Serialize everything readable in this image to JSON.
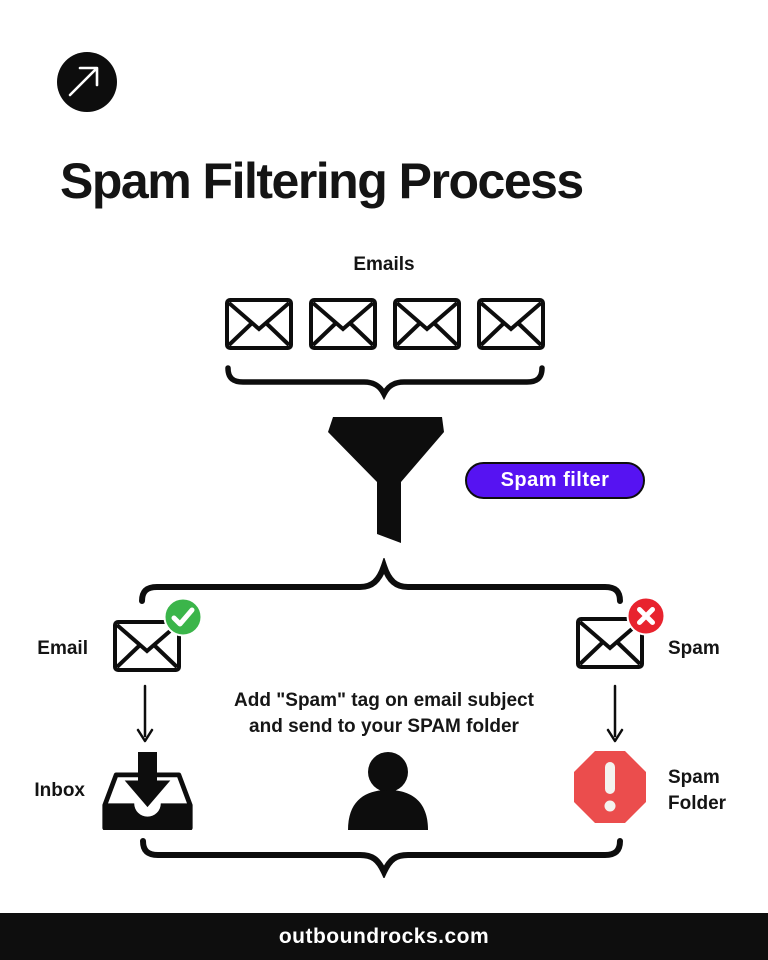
{
  "title": "Spam Filtering Process",
  "logo": {
    "icon": "arrow-up-right-icon"
  },
  "diagram": {
    "emails_label": "Emails",
    "email_icon_count": 4,
    "filter_label": "Spam filter",
    "branch_email": {
      "label": "Email",
      "badge_icon": "check-icon"
    },
    "branch_spam": {
      "label": "Spam",
      "badge_icon": "x-icon"
    },
    "note_line1": "Add \"Spam\" tag on email subject",
    "note_line2": "and send to your SPAM folder",
    "inbox": {
      "label": "Inbox",
      "icon": "inbox-tray-icon"
    },
    "person_icon": "person-icon",
    "spam_folder": {
      "label_line1": "Spam",
      "label_line2": "Folder",
      "icon": "alert-octagon-icon"
    },
    "funnel_icon": "funnel-icon",
    "envelope_icon": "envelope-icon"
  },
  "footer": {
    "url": "outboundrocks.com"
  },
  "colors": {
    "ink": "#141414",
    "accent_purple": "#5613F2",
    "success_green": "#3BB54A",
    "error_red": "#E8232E",
    "alert_red": "#EB4D4D",
    "footer_bg": "#0e0e0e",
    "icon_black": "#0d0d0d",
    "white": "#ffffff"
  }
}
